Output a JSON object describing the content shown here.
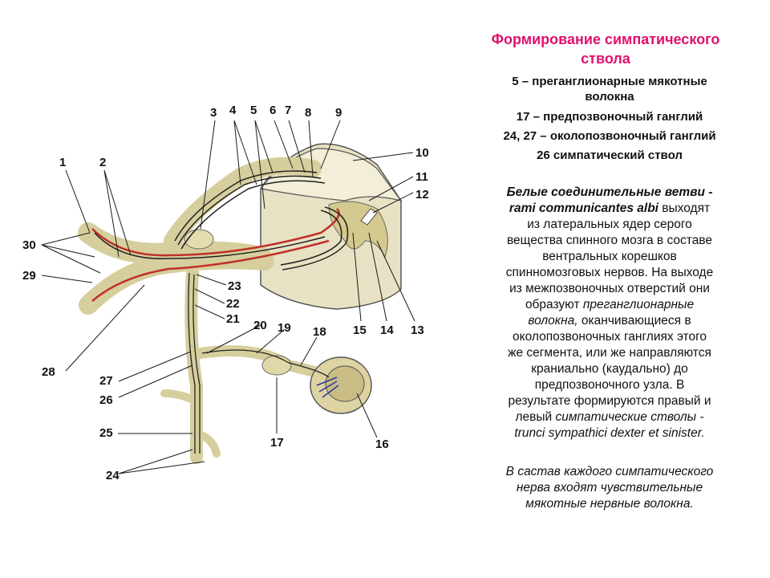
{
  "figure": {
    "labels": [
      "1",
      "2",
      "3",
      "4",
      "5",
      "6",
      "7",
      "8",
      "9",
      "10",
      "11",
      "12",
      "13",
      "14",
      "15",
      "16",
      "17",
      "18",
      "19",
      "20",
      "21",
      "22",
      "23",
      "24",
      "25",
      "26",
      "27",
      "28",
      "29",
      "30"
    ]
  },
  "text": {
    "title_line1": "Формирование симпатического",
    "title_line2": "ствола",
    "legend": [
      "5 – преганглионарные мякотные",
      "волокна",
      "17 – предпозвоночный ганглий",
      "24, 27 – околопозвоночный ганглий",
      "26 симпатический ствол"
    ],
    "para1": {
      "bi_start": "Белые соединительные ветви -",
      "bi_term": "rami communicantes albi",
      "plain1": "выходят",
      "l3": "из латеральных ядер серого",
      "l4": "вещества спинного мозга в составе",
      "l5": "вентральных корешков",
      "l6": "спинномозговых нервов. На выходе",
      "l7": "из межпозвоночных отверстий они",
      "l8a": "образуют",
      "l8b": "преганглионарные",
      "l9a": "волокна,",
      "l9b": "оканчивающиеся в",
      "l10": "околопозвоночных ганглиях этого",
      "l11": "же сегмента, или же направляются",
      "l12": "краниально (каудально) до",
      "l13": "предпозвоночного узла. В",
      "l14": "результате формируются правый и",
      "l15a": "левый",
      "l15b": "симпатические стволы -",
      "l16": "trunci sympathici dexter et sinister."
    },
    "para2": {
      "l1": "В састав каждого симпатического",
      "l2": "нерва входят чувствительные",
      "l3": "мякотные нервные волокна."
    }
  }
}
